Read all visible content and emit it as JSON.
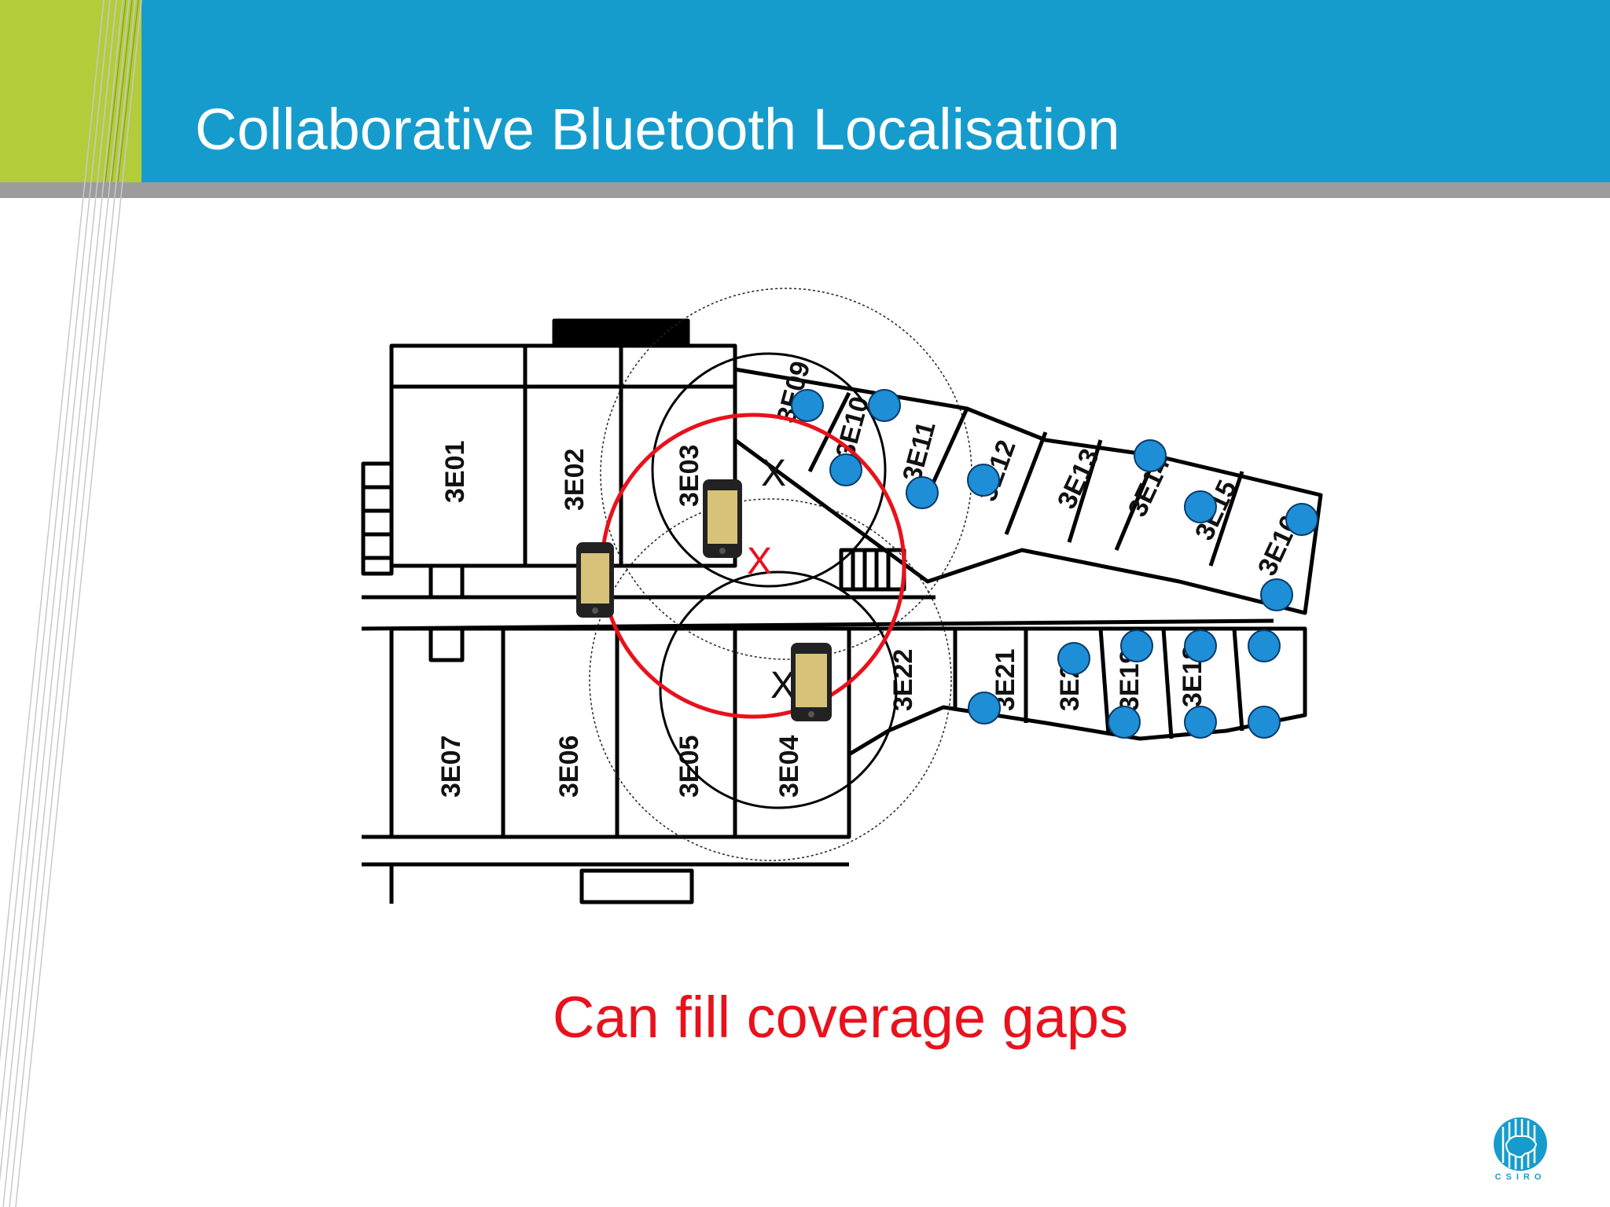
{
  "title": "Collaborative Bluetooth Localisation",
  "caption": "Can fill coverage gaps",
  "logo_text": "CSIRO",
  "rooms": [
    "3E01",
    "3E02",
    "3E03",
    "3E04",
    "3E05",
    "3E06",
    "3E07",
    "3E09",
    "3E10",
    "3E11",
    "3E12",
    "3E13",
    "3E14",
    "3E15",
    "3E16",
    "3E18",
    "3E19",
    "3E20",
    "3E21",
    "3E22"
  ],
  "markers": {
    "unknown_position": "X",
    "estimated_position": "X"
  },
  "colors": {
    "header": "#169ccc",
    "accent_green": "#b2cc3a",
    "highlight_red": "#e8111c",
    "beacon_blue": "#1e8fd6"
  },
  "icons": [
    "phone-icon",
    "bluetooth-beacon-icon",
    "csiro-logo-icon"
  ]
}
